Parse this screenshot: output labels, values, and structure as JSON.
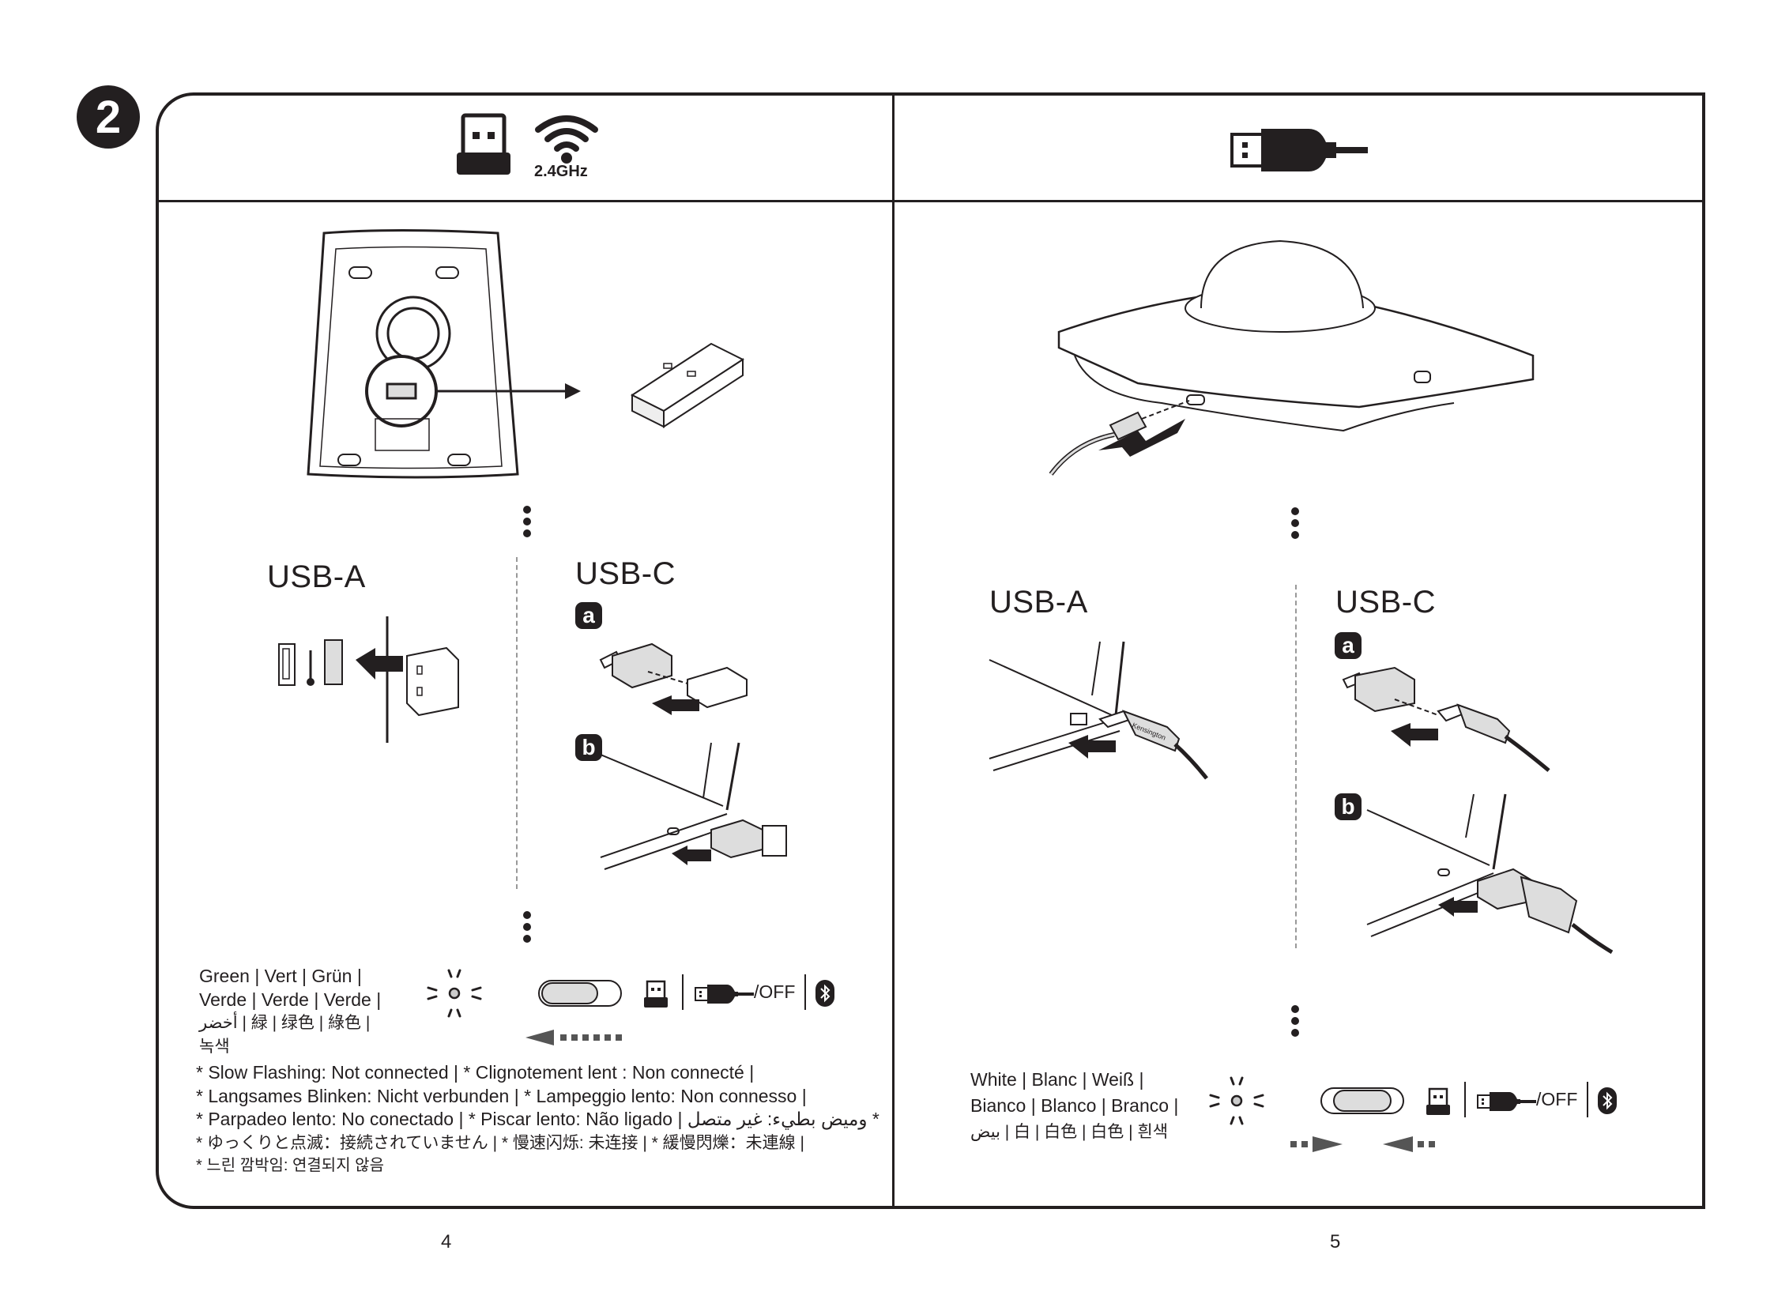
{
  "step": {
    "number": "2"
  },
  "left_panel": {
    "header_icons": [
      "usb-dongle-icon",
      "wireless-icon"
    ],
    "frequency_label": "2.4GHz",
    "usb_a_heading": "USB-A",
    "usb_c_heading": "USB-C",
    "sub_step_a": "a",
    "sub_step_b": "b",
    "led_color_lines": [
      "Green | Vert | Grün |",
      "Verde | Verde | Verde |",
      "أخضر | 緑 | 绿色 | 綠色 |",
      "녹색"
    ],
    "switch_label_off": "/OFF",
    "switch_icons": [
      "usb-dongle-icon",
      "usb-cable-icon",
      "bluetooth-icon"
    ],
    "switch_direction": "left",
    "notes": [
      "* Slow Flashing: Not connected | * Clignotement lent : Non connecté |",
      "* Langsames Blinken: Nicht verbunden | * Lampeggio lento: Non connesso |",
      "* Parpadeo lento: No conectado | * Piscar lento: Não ligado | وميض بطيء: غير متصل *",
      "* ゆっくりと点滅：接続されていません | * 慢速闪烁: 未连接 | * 緩慢閃爍：未連線 |",
      "* 느린 깜박임: 연결되지 않음"
    ],
    "page_number": "4"
  },
  "right_panel": {
    "header_icons": [
      "usb-cable-icon"
    ],
    "usb_a_heading": "USB-A",
    "usb_c_heading": "USB-C",
    "sub_step_a": "a",
    "sub_step_b": "b",
    "brand_label": "Kensington",
    "led_color_lines": [
      "White | Blanc | Weiß |",
      "Bianco | Blanco | Branco |",
      "بيض | 白 | 白色 | 白色 | 흰색"
    ],
    "switch_label_off": "/OFF",
    "switch_icons": [
      "usb-dongle-icon",
      "usb-cable-icon",
      "bluetooth-icon"
    ],
    "switch_direction": "center",
    "page_number": "5"
  }
}
